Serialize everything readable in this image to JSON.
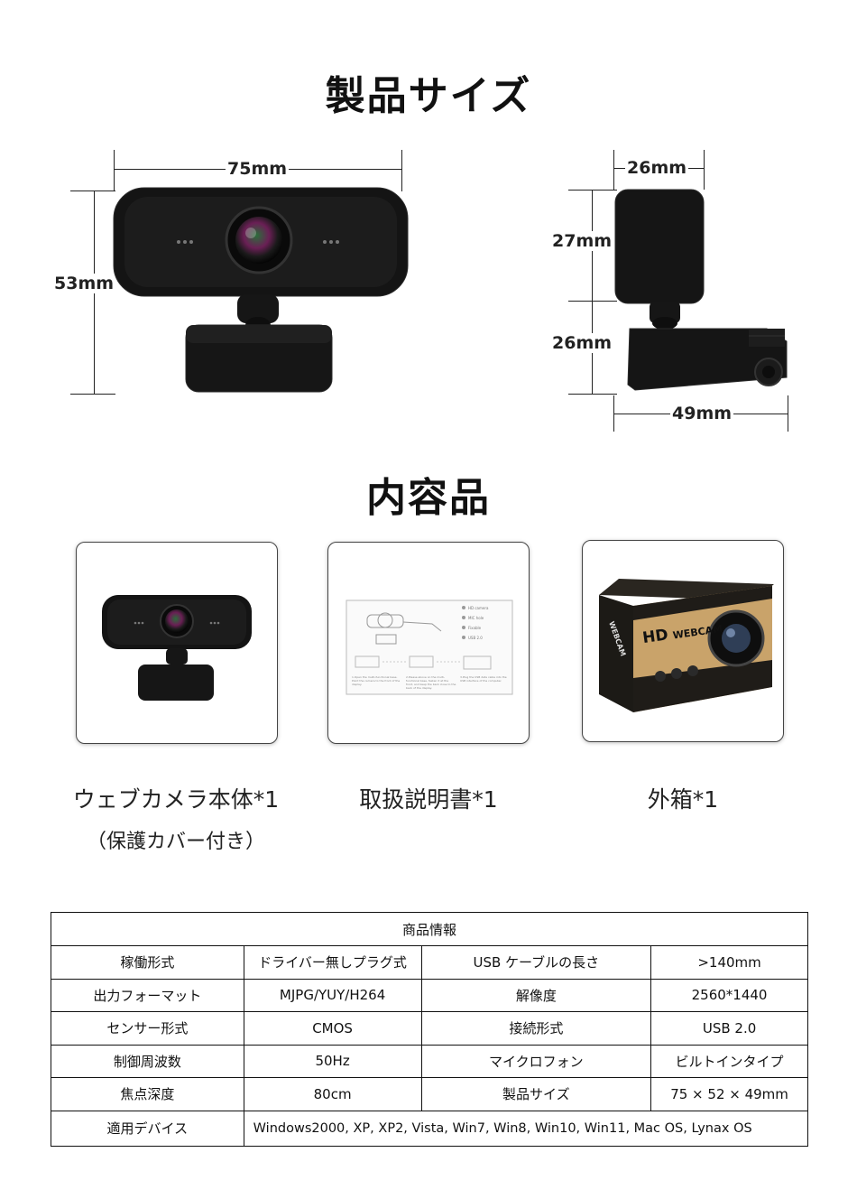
{
  "size_section": {
    "title": "製品サイズ",
    "front": {
      "width": "75mm",
      "height": "53mm"
    },
    "side": {
      "depth": "26mm",
      "head_height": "27mm",
      "base_height": "26mm",
      "base_depth": "49mm"
    }
  },
  "contents_section": {
    "title": "内容品",
    "items": [
      {
        "label": "ウェブカメラ本体*1",
        "sub": "（保護カバー付き）"
      },
      {
        "label": "取扱説明書*1"
      },
      {
        "label": "外箱*1"
      }
    ],
    "manual_items": [
      "HD camera",
      "MIC hole",
      "Fixable",
      "USB 2.0"
    ],
    "manual_steps": [
      "1.Open the multi-functional base. Point the camera to the front of the display.",
      "2.Please above on the multi-functional base, fasten it at the front, and keep the back close to the back of the display.",
      "3.Plug the USB data cable into the USB interface of the computer."
    ],
    "box": {
      "brand": "HD",
      "name": "WEBCAM",
      "side_text": "WEBCAM"
    }
  },
  "spec_table": {
    "title": "商品情報",
    "rows": [
      [
        "稼働形式",
        "ドライバー無しプラグ式",
        "USB ケーブルの長さ",
        ">140mm"
      ],
      [
        "出力フォーマット",
        "MJPG/YUY/H264",
        "解像度",
        "2560*1440"
      ],
      [
        "センサー形式",
        "CMOS",
        "接続形式",
        "USB 2.0"
      ],
      [
        "制御周波数",
        "50Hz",
        "マイクロフォン",
        "ビルトインタイプ"
      ],
      [
        "焦点深度",
        "80cm",
        "製品サイズ",
        "75 × 52 × 49mm"
      ]
    ],
    "devices_label": "適用デバイス",
    "devices_value": "Windows2000, XP, XP2, Vista, Win7, Win8, Win10, Win11, Mac OS, Lynax OS"
  },
  "colors": {
    "text": "#111111",
    "camera_body": "#141414",
    "box_kraft": "#c9a36a"
  }
}
